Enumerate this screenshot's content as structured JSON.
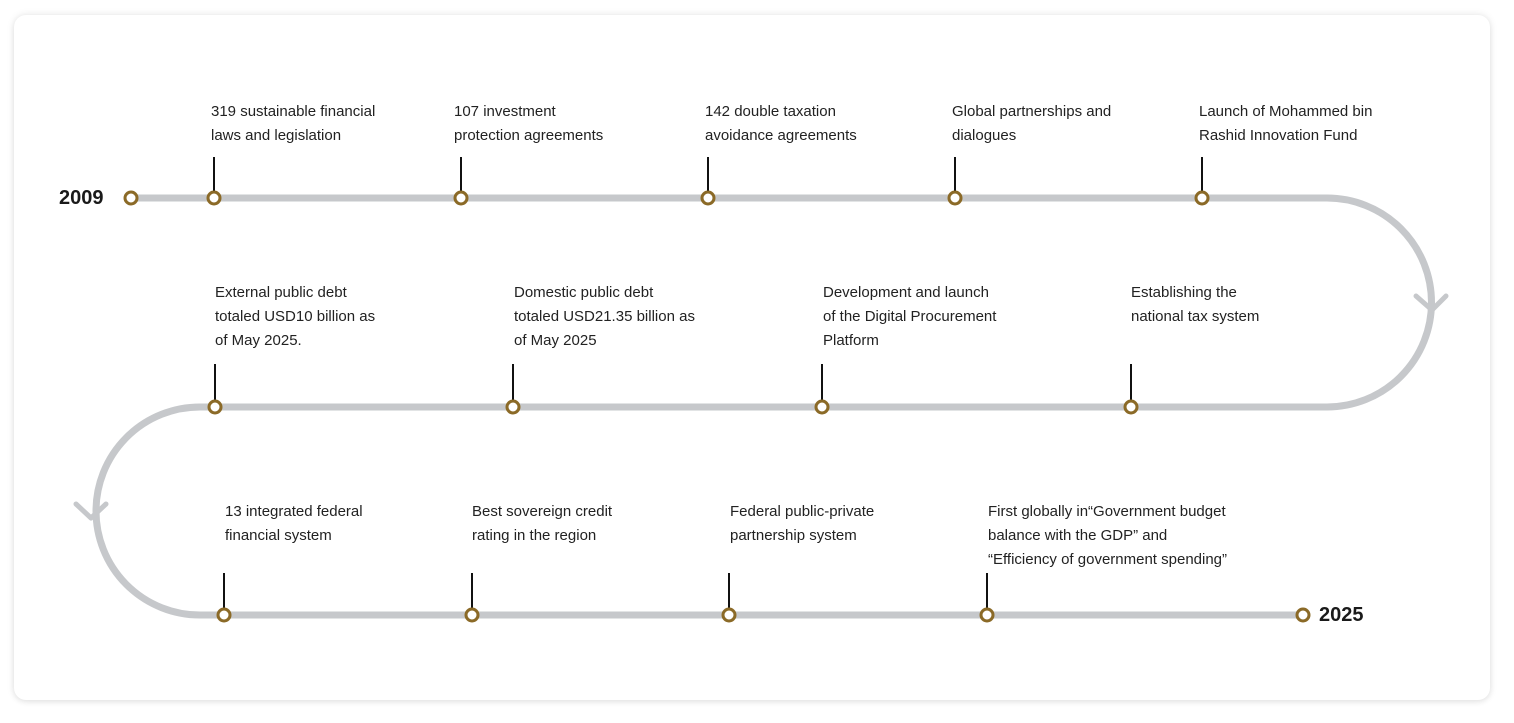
{
  "colors": {
    "track": "#c6c8cb",
    "marker_stroke": "#8b6a27",
    "marker_fill": "#ffffff",
    "stem": "#111111",
    "text": "#222222"
  },
  "timeline": {
    "start_year": "2009",
    "end_year": "2025",
    "rows": [
      {
        "items": [
          {
            "text": "319 sustainable financial\nlaws and legislation"
          },
          {
            "text": "107 investment\nprotection agreements"
          },
          {
            "text": "142 double taxation\navoidance agreements"
          },
          {
            "text": "Global partnerships and\ndialogues"
          },
          {
            "text": "Launch of  Mohammed bin\nRashid Innovation Fund"
          }
        ]
      },
      {
        "items": [
          {
            "text": "External public debt\ntotaled USD10 billion as\nof May 2025."
          },
          {
            "text": "Domestic public debt\ntotaled USD21.35 billion as\nof May 2025"
          },
          {
            "text": "Development and launch\nof the Digital Procurement\nPlatform"
          },
          {
            "text": "Establishing the\nnational tax system"
          }
        ]
      },
      {
        "items": [
          {
            "text": "13 integrated federal\nfinancial system"
          },
          {
            "text": "Best sovereign credit\nrating in the region"
          },
          {
            "text": "Federal public-private\npartnership system"
          },
          {
            "text": "First globally in“Government budget\nbalance with the GDP” and\n“Efficiency of government spending”"
          }
        ]
      }
    ]
  }
}
